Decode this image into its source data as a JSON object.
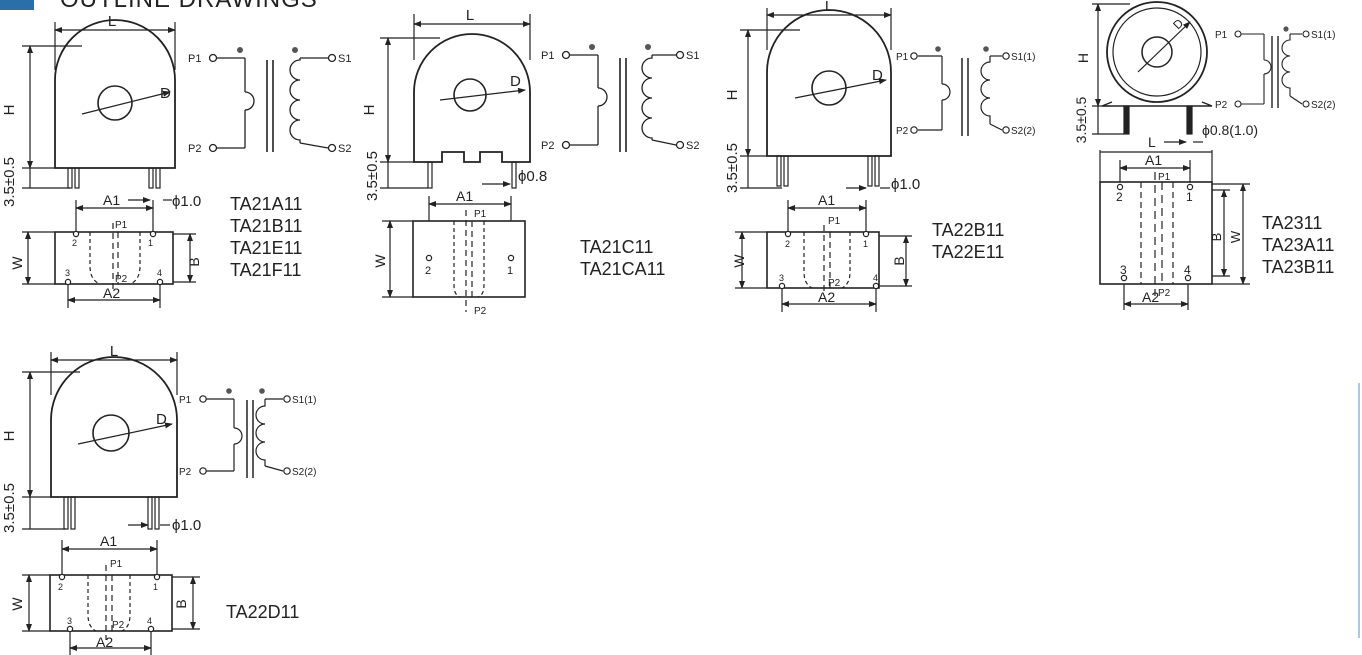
{
  "page": {
    "title": "OUTLINE DRAWINGS",
    "accent_color": "#2a6fa8"
  },
  "labels": {
    "L": "L",
    "H": "H",
    "D": "D",
    "W": "W",
    "B": "B",
    "A1": "A1",
    "A2": "A2",
    "P1": "P1",
    "P2": "P2",
    "S1": "S1",
    "S2": "S2",
    "S1_1": "S1(1)",
    "S2_2": "S2(2)",
    "lead_height": "3.5±0.5",
    "pin_dia_10": "ϕ1.0",
    "pin_dia_08": "ϕ0.8",
    "pin_dia_08_10": "ϕ0.8(1.0)",
    "pin_1": "1",
    "pin_2": "2",
    "pin_3": "3",
    "pin_4": "4"
  },
  "drawings": [
    {
      "id": "a",
      "models": [
        "TA21A11",
        "TA21B11",
        "TA21E11",
        "TA21F11"
      ]
    },
    {
      "id": "c",
      "models": [
        "TA21C11",
        "TA21CA11"
      ]
    },
    {
      "id": "b",
      "models": [
        "TA22B11",
        "TA22E11"
      ]
    },
    {
      "id": "t",
      "models": [
        "TA2311",
        "TA23A11",
        "TA23B11"
      ]
    },
    {
      "id": "d",
      "models": [
        "TA22D11"
      ]
    }
  ]
}
